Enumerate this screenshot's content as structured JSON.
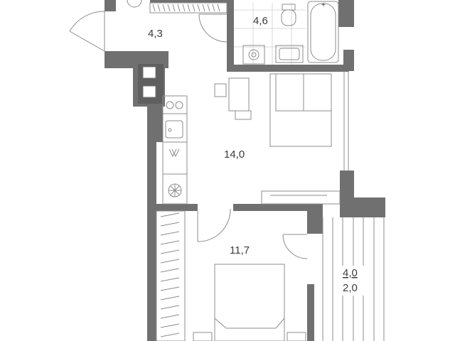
{
  "plan": {
    "rooms": [
      {
        "id": "hall",
        "area": "4,3"
      },
      {
        "id": "bathroom",
        "area": "4,6"
      },
      {
        "id": "kitchen-living",
        "area": "14,0"
      },
      {
        "id": "bedroom",
        "area": "11,7"
      }
    ],
    "loggia": {
      "area": "4,0",
      "reduced_area": "2,0"
    },
    "colors": {
      "wall": "#707070",
      "wall_dark": "#5f5f5f",
      "line": "#8c8c8c",
      "text": "#3c3c3c",
      "tile": "#d8d8d8"
    }
  }
}
